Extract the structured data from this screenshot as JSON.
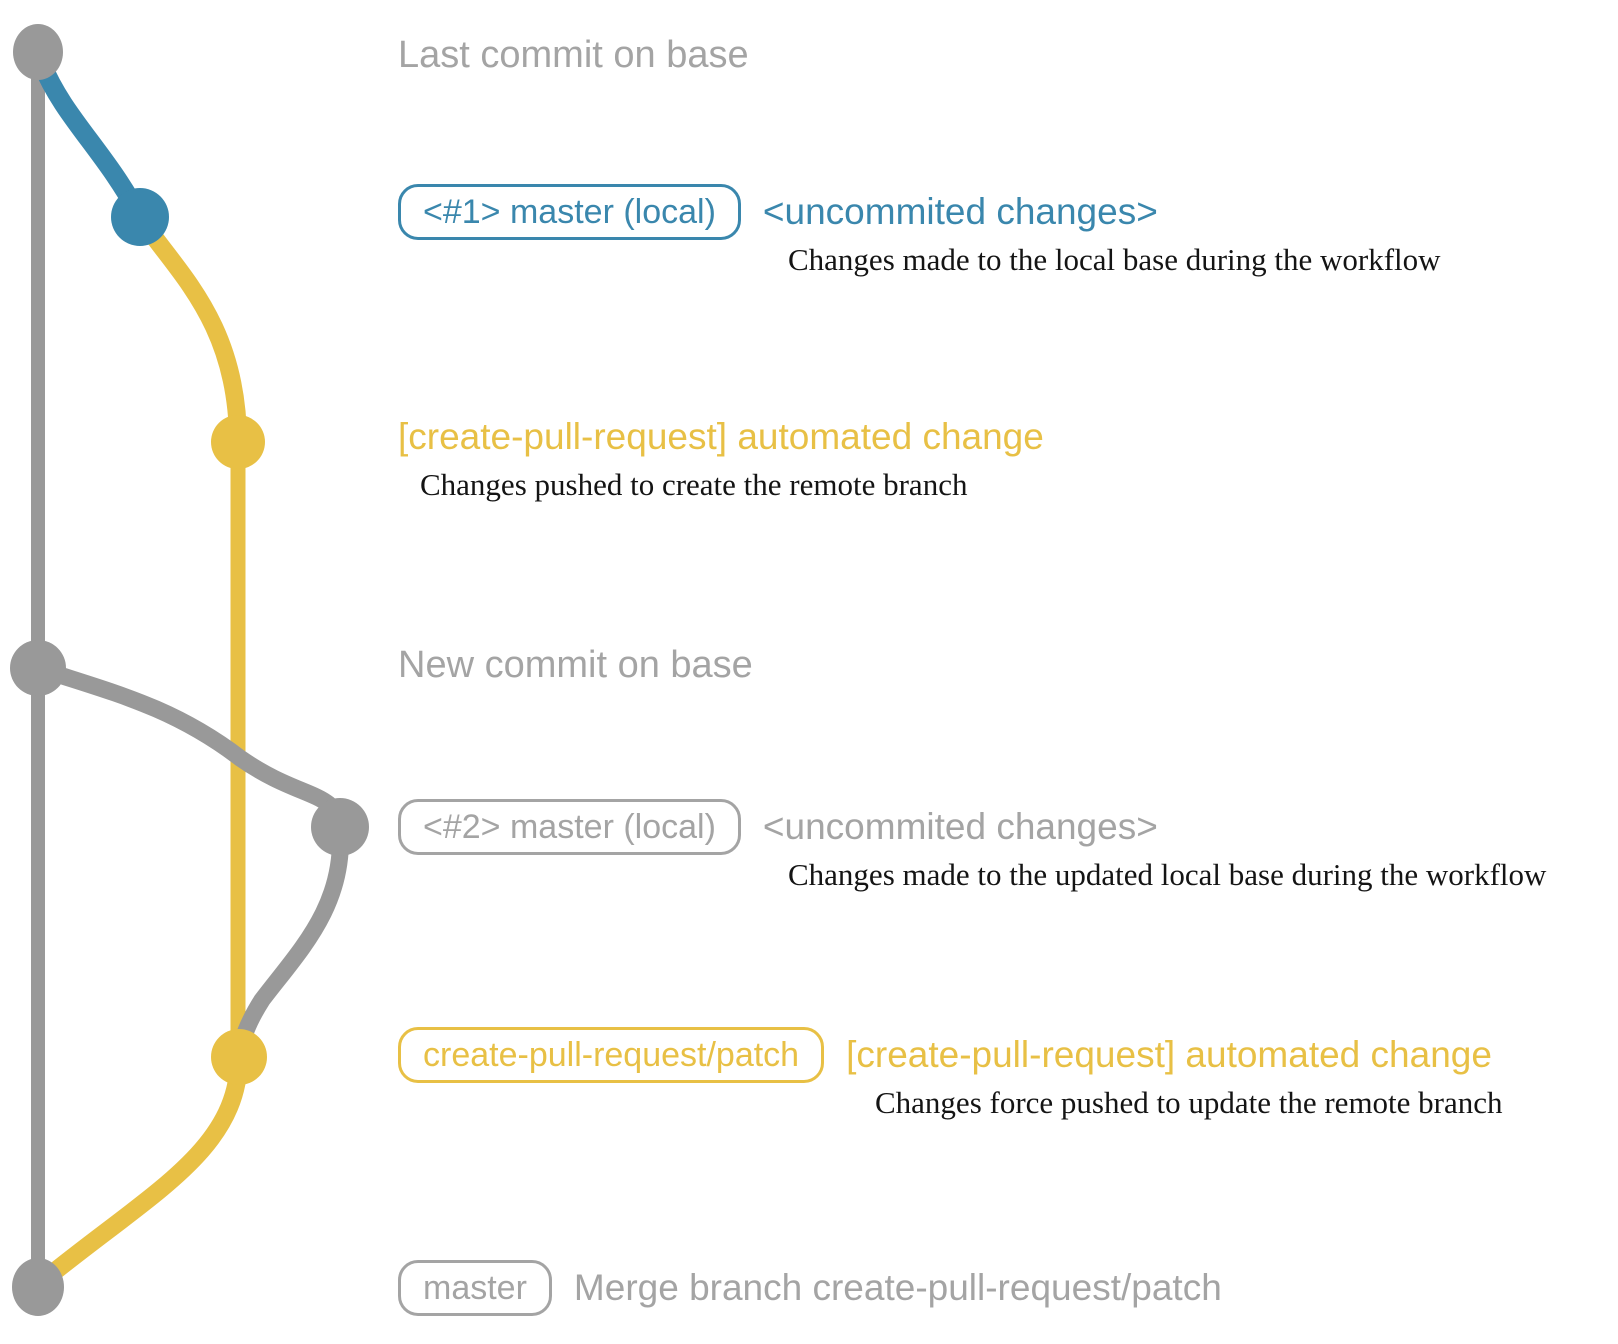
{
  "colors": {
    "graph_gray": "#999999",
    "text_gray": "#a4a4a4",
    "blue": "#3a87ad",
    "yellow": "#e8c045",
    "note_black": "#141414"
  },
  "rows": {
    "last_commit": {
      "label": "Last commit on base"
    },
    "commit1": {
      "badge": "<#1> master (local)",
      "message": "<uncommited changes>",
      "note": "Changes made to the local base during the workflow"
    },
    "push1": {
      "message": "[create-pull-request] automated change",
      "note": "Changes pushed to create the remote branch"
    },
    "new_commit": {
      "label": "New commit on base"
    },
    "commit2": {
      "badge": "<#2> master (local)",
      "message": "<uncommited changes>",
      "note": "Changes made to the updated local base during the workflow"
    },
    "push2": {
      "badge": "create-pull-request/patch",
      "message": "[create-pull-request] automated change",
      "note": "Changes force pushed to update the remote branch"
    },
    "merge": {
      "badge": "master",
      "message": "Merge branch create-pull-request/patch"
    }
  }
}
